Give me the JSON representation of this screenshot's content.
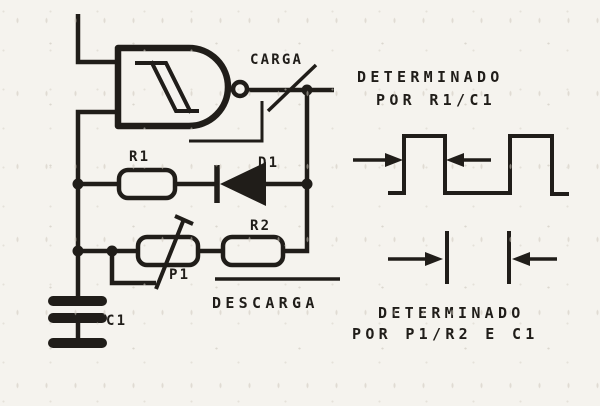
{
  "figure": {
    "kind": "scanned-circuit-schematic",
    "colors": {
      "ink": "#201d19",
      "paper": "#f5f3ee"
    },
    "labels": {
      "carga": "CARGA",
      "descarga": "DESCARGA",
      "r1": "R1",
      "d1": "D1",
      "r2": "R2",
      "p1": "P1",
      "c1": "C1"
    },
    "annotations": {
      "high_period": {
        "line1": "DETERMINADO",
        "line2": "POR R1/C1"
      },
      "low_period": {
        "line1": "DETERMINADO",
        "line2": "POR P1/R2 E C1"
      }
    }
  }
}
